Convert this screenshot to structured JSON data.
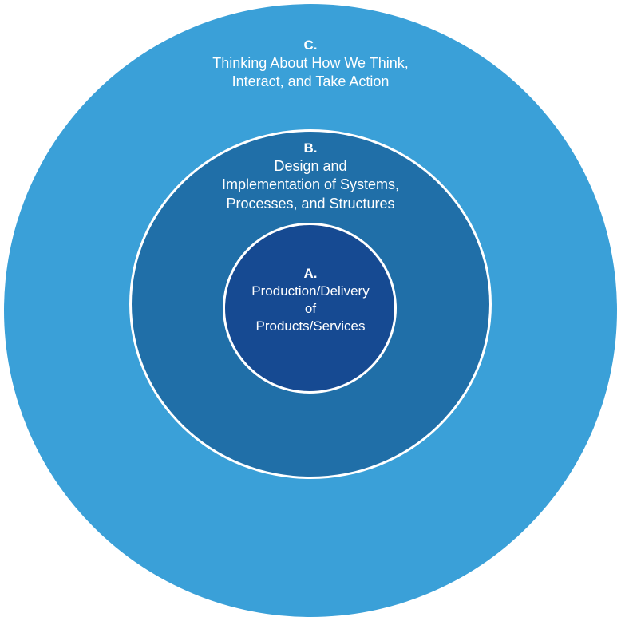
{
  "colors": {
    "outer": "#3aa0d8",
    "middle": "#206fa8",
    "inner": "#164a92",
    "border": "#ffffff"
  },
  "rings": {
    "c": {
      "letter": "C.",
      "lines": [
        "Thinking About How We Think,",
        "Interact, and Take Action"
      ]
    },
    "b": {
      "letter": "B.",
      "lines": [
        "Design and",
        "Implementation of Systems,",
        "Processes, and Structures"
      ]
    },
    "a": {
      "letter": "A.",
      "lines": [
        "Production/Delivery",
        "of",
        "Products/Services"
      ]
    }
  }
}
